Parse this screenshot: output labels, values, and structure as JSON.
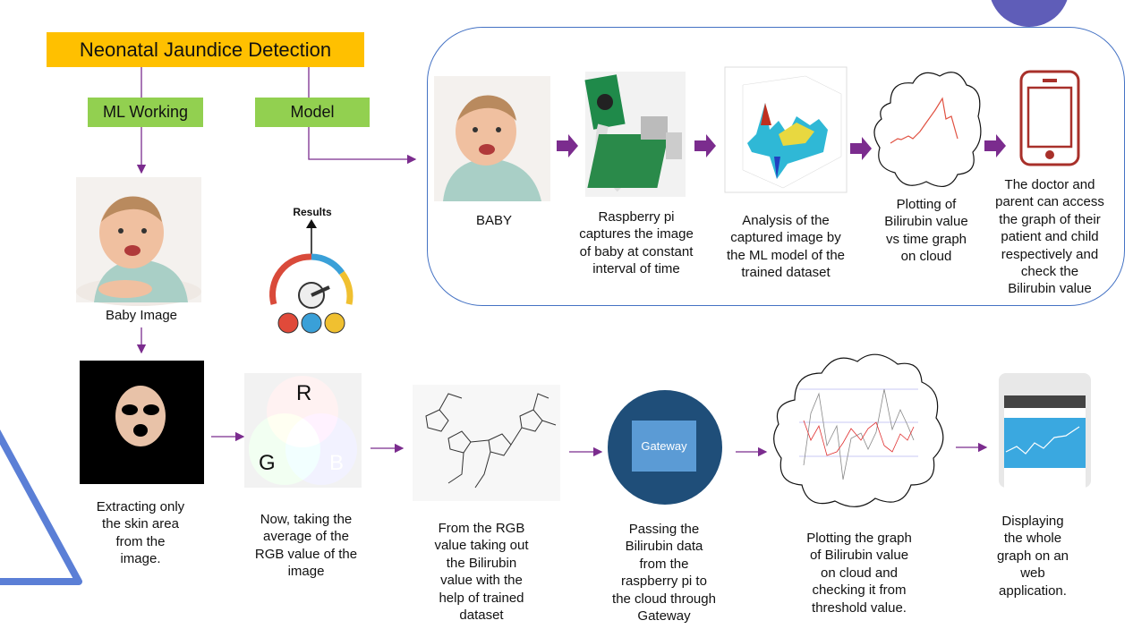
{
  "title": "Neonatal Jaundice Detection",
  "branches": {
    "ml_working": "ML Working",
    "model": "Model"
  },
  "left": {
    "baby_caption": "Baby Image",
    "results_label": "Results"
  },
  "model_flow": [
    {
      "caption": "BABY"
    },
    {
      "caption": "Raspberry pi\ncaptures the image\nof baby at constant\ninterval of time"
    },
    {
      "caption": "Analysis of the\ncaptured image by\nthe ML model of the\ntrained dataset"
    },
    {
      "caption": "Plotting of\nBilirubin value\nvs time graph\non cloud"
    },
    {
      "caption": "The doctor and\nparent can access\nthe graph of their\npatient and child\nrespectively and\ncheck the\nBilirubin value"
    }
  ],
  "ml_flow": [
    {
      "caption": "Extracting only\nthe skin area\nfrom the\nimage."
    },
    {
      "caption": "Now, taking the\naverage of the\nRGB value of the\nimage",
      "letters": [
        "R",
        "G",
        "B"
      ]
    },
    {
      "caption": "From the RGB\nvalue taking out\nthe Bilirubin\nvalue with the\nhelp of trained\ndataset"
    },
    {
      "caption": "Passing the\nBilirubin data\nfrom the\nraspberry pi to\nthe cloud through\nGateway",
      "gateway_label": "Gateway"
    },
    {
      "caption": "Plotting the graph\nof Bilirubin value\non cloud and\nchecking it from\nthreshold value."
    },
    {
      "caption": "Displaying\nthe whole\ngraph on an\nweb\napplication."
    }
  ],
  "colors": {
    "title_bg": "#FFC000",
    "branch_bg": "#92D050",
    "arrow": "#7B2C8E",
    "frame": "#4472C4",
    "accent_circle": "#5F5DB8",
    "triangle": "#5B7FD6"
  }
}
